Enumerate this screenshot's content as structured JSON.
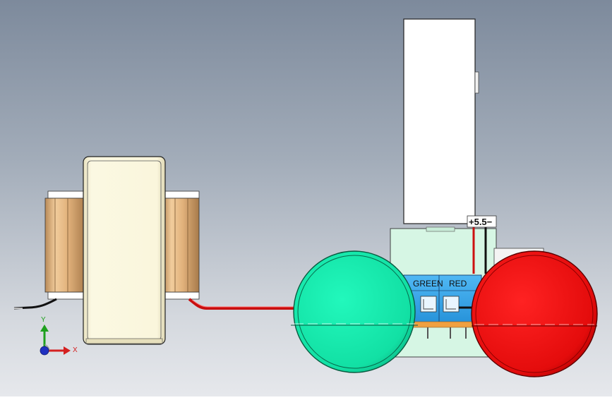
{
  "viewport": {
    "background_top": "#7d8a9c",
    "background_bottom": "#e6e8ec"
  },
  "labels": {
    "terminal_green": "GREEN",
    "terminal_red": "RED",
    "voltage": "+5.5−"
  },
  "triad": {
    "y_label": "Y",
    "x_label": "X",
    "y_color": "#1ea01e",
    "x_color": "#d42020",
    "z_color": "#2030c0"
  },
  "colors": {
    "green_button": "#1cf0b0",
    "red_button": "#e81010",
    "transformer_core": "#f8f4d6",
    "coil": "#e6b98a",
    "terminal_block": "#3aa8e8",
    "board": "#d2f5e0",
    "wire_red": "#d01010"
  },
  "icons": {
    "triad": "coordinate-triad-icon"
  }
}
